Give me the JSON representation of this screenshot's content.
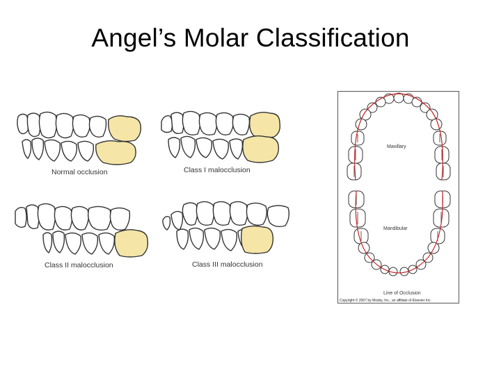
{
  "slide": {
    "title": "Angel’s Molar Classification"
  },
  "panels": [
    {
      "caption": "Normal occlusion"
    },
    {
      "caption": "Class I malocclusion"
    },
    {
      "caption": "Class II malocclusion"
    },
    {
      "caption": "Class III malocclusion"
    }
  ],
  "arch_figure": {
    "maxillary_label": "Maxillary",
    "mandibular_label": "Mandibular",
    "line_label": "Line of Occlusion",
    "copyright": "Copyright © 2007 by Mosby, Inc., an affiliate of Elsevier Inc."
  },
  "colors": {
    "molar_fill": "#f5e6a8",
    "occlusion_line": "#c22222",
    "outline": "#333333"
  }
}
